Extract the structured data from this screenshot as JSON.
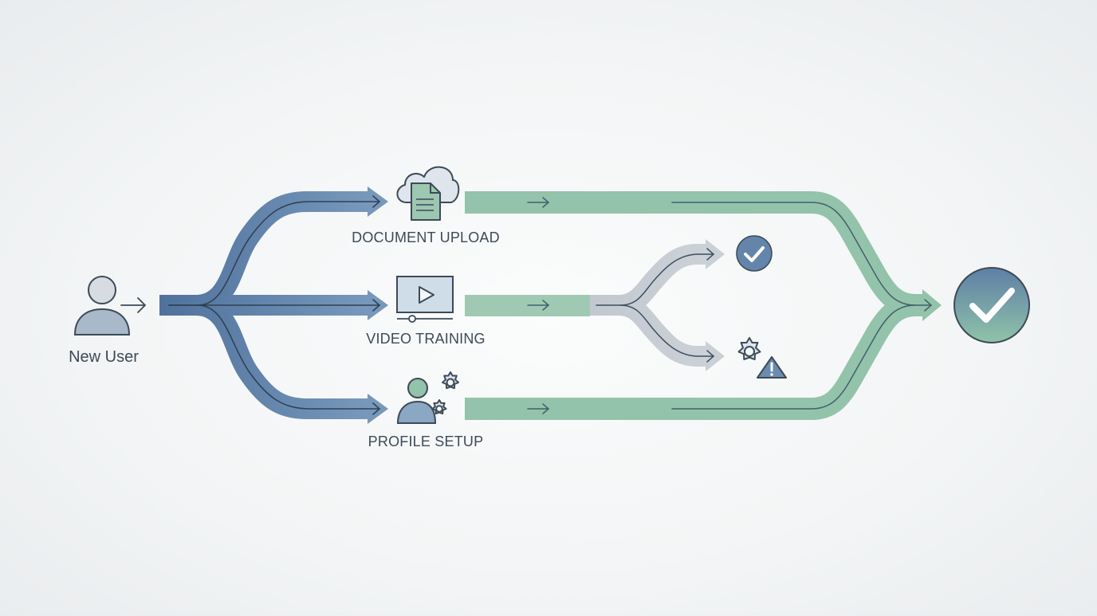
{
  "diagram": {
    "start": {
      "label": "New User",
      "icon": "user-icon"
    },
    "steps": [
      {
        "label": "DOCUMENT UPLOAD",
        "icon": "cloud-document-icon"
      },
      {
        "label": "VIDEO TRAINING",
        "icon": "video-player-icon"
      },
      {
        "label": "PROFILE SETUP",
        "icon": "user-settings-icon"
      }
    ],
    "outcomes": [
      {
        "icon": "check-circle-icon",
        "status": "success"
      },
      {
        "icon": "gear-warning-icon",
        "status": "warning"
      }
    ],
    "end": {
      "icon": "large-check-circle-icon",
      "status": "complete"
    }
  },
  "colors": {
    "blue": "#5a7da4",
    "green": "#93c3aa",
    "gray": "#c6ccd3",
    "ink": "#3d4a57",
    "end_gradient_top": "#5e7fa5",
    "end_gradient_bottom": "#8fc3a9"
  }
}
